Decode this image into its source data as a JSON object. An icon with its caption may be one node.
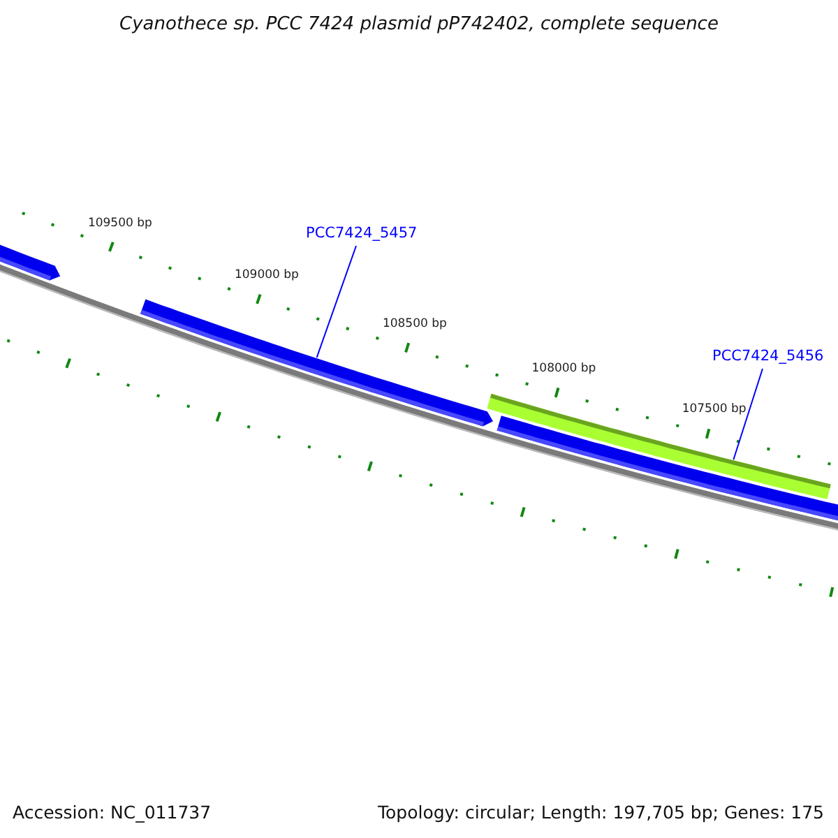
{
  "diagram": {
    "title": "Cyanothece sp. PCC 7424 plasmid pP742402, complete sequence",
    "nodes": [
      {
        "text": [
          "PCC7424_5457"
        ]
      },
      {
        "text": [],
        "shape": "bar"
      },
      {
        "text": [],
        "shape": "bar"
      },
      {
        "text": [
          "PCC7424_5456"
        ]
      },
      {
        "text": [],
        "shape": "bar"
      },
      {
        "text": [],
        "shape": "bar"
      }
    ],
    "edges": [
      {
        "from": 0,
        "to": 2,
        "arrow": "none"
      },
      {
        "from": 3,
        "to": 4,
        "arrow": "none"
      }
    ],
    "labels": [
      "109500 bp",
      "109000 bp",
      "108500 bp",
      "108000 bp",
      "107500 bp",
      "Accession: NC_011737",
      "Topology: circular; Length: 197,705 bp; Genes: 175"
    ]
  }
}
